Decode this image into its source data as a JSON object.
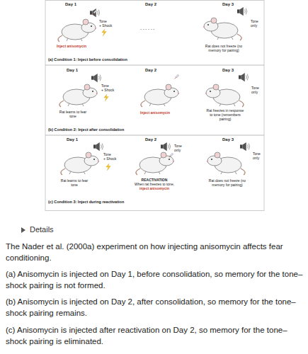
{
  "diagram": {
    "caption": "The Nader et al. (2000a) experiment on how injecting anisomycin affects fear conditioning.",
    "labels": [
      "Day 1",
      "Day 2",
      "Day 3",
      "Tone",
      "+ Shock",
      "Inject anisomycin",
      "- - - - - -",
      "Tone only",
      "Rat does not freeze (no memory for pairing)",
      "(a) Condition 1: Inject before consolidation",
      "Day 1",
      "Day 2",
      "Day 3",
      "Tone",
      "+ Shock",
      "Rat learns to fear tone",
      "Inject anisomycin",
      "Tone only",
      "Rat freezes in response to tone (remembers pairing)",
      "(b) Condition 2: Inject after consolidation",
      "Day 1",
      "Day 2",
      "Day 3",
      "Tone",
      "+ Shock",
      "Rat learns to fear tone",
      "Tone only",
      "REACTIVATION",
      "When rat freezes to tone,",
      "inject anisomycin",
      "Tone only",
      "Rat does not freeze (no memory for pairing)",
      "(c) Condition 3: Inject during reactivation",
      "Details",
      "(a) Anisomycin is injected on Day 1, before consolidation, so memory for the tone–shock pairing is not formed.",
      "(b) Anisomycin is injected on Day 2, after consolidation, so memory for the tone–shock pairing remains.",
      "(c) Anisomycin is injected after reactivation on Day 2, so memory for the tone–shock pairing is eliminated."
    ]
  }
}
